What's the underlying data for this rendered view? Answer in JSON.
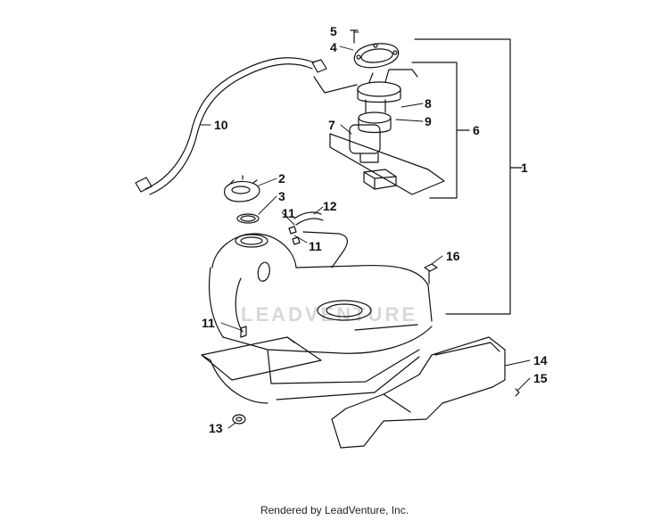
{
  "diagram": {
    "watermark": "LEADVENTURE",
    "callouts": {
      "c1": "1",
      "c2": "2",
      "c3": "3",
      "c4": "4",
      "c5": "5",
      "c6": "6",
      "c7": "7",
      "c8": "8",
      "c9": "9",
      "c10": "10",
      "c11a": "11",
      "c11b": "11",
      "c11c": "11",
      "c12": "12",
      "c13": "13",
      "c14": "14",
      "c15": "15",
      "c16": "16"
    }
  },
  "footer": {
    "text": "Rendered by LeadVenture, Inc."
  },
  "colors": {
    "line": "#111111",
    "watermark": "#d8d8d8",
    "background": "#ffffff"
  }
}
